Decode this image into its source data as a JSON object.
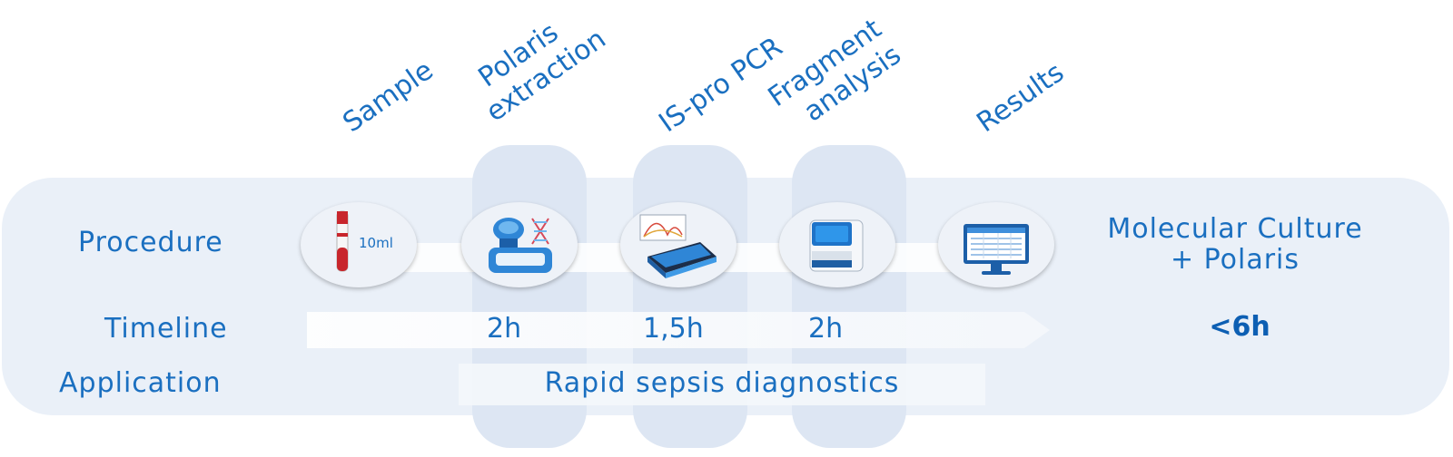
{
  "steps": [
    {
      "title_line1": "Sample",
      "title_line2": ""
    },
    {
      "title_line1": "Polaris",
      "title_line2": "extraction"
    },
    {
      "title_line1": "IS-pro PCR",
      "title_line2": ""
    },
    {
      "title_line1": "Fragment",
      "title_line2": "analysis"
    },
    {
      "title_line1": "Results",
      "title_line2": ""
    }
  ],
  "rows": {
    "procedure": "Procedure",
    "timeline": "Timeline",
    "application": "Application"
  },
  "sample_volume": "10ml",
  "times": [
    "2h",
    "1,5h",
    "2h"
  ],
  "result": {
    "line1": "Molecular Culture",
    "line2": "+ Polaris",
    "total_time": "<6h"
  },
  "application_text": "Rapid sepsis diagnostics",
  "colors": {
    "text": "#1a6fc0",
    "panel": "#eaf0f8",
    "column": "#dde6f3",
    "tube_red": "#c8262c"
  },
  "icons": [
    "test-tube-icon",
    "extraction-instrument-icon",
    "pcr-thermocycler-icon",
    "fragment-analyzer-icon",
    "results-monitor-icon"
  ]
}
